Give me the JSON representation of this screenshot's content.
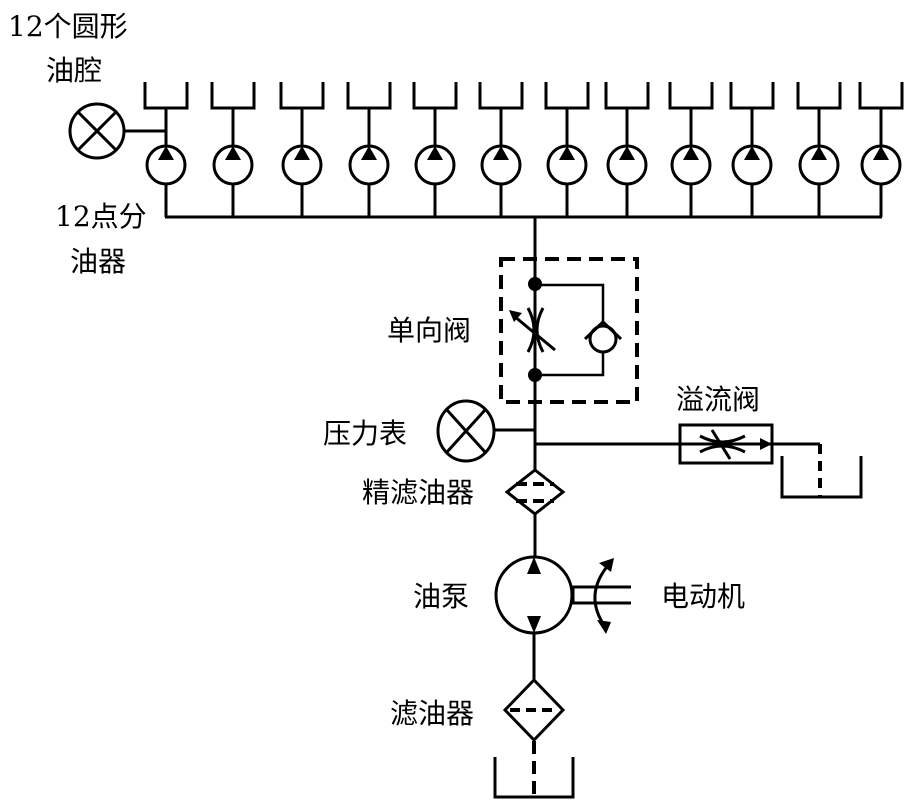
{
  "diagram": {
    "title": "Lubrication oil circuit schematic",
    "labels": {
      "oil_chambers_line1": "12个圆形",
      "oil_chambers_line2": "油腔",
      "distributor_line1": "12点分",
      "distributor_line2": "油器",
      "check_valve": "单向阀",
      "pressure_gauge": "压力表",
      "relief_valve": "溢流阀",
      "fine_filter": "精滤油器",
      "oil_pump": "油泵",
      "motor": "电动机",
      "suction_filter": "滤油器"
    },
    "distributor_outlet_count": 12,
    "components": [
      {
        "id": "oil-chambers",
        "name": "12个圆形油腔",
        "type": "tank-outlets",
        "count": 12
      },
      {
        "id": "top-gauge",
        "type": "gauge"
      },
      {
        "id": "distributor",
        "name": "12点分油器",
        "type": "metering-pumps",
        "count": 12
      },
      {
        "id": "check-valve-assembly",
        "name": "单向阀",
        "type": "throttle-check-valve"
      },
      {
        "id": "pressure-gauge",
        "name": "压力表",
        "type": "gauge"
      },
      {
        "id": "relief-valve",
        "name": "溢流阀",
        "type": "relief-valve"
      },
      {
        "id": "fine-filter",
        "name": "精滤油器",
        "type": "filter"
      },
      {
        "id": "oil-pump",
        "name": "油泵",
        "type": "bidirectional-pump"
      },
      {
        "id": "motor",
        "name": "电动机",
        "type": "motor-shaft"
      },
      {
        "id": "suction-filter",
        "name": "滤油器",
        "type": "filter"
      },
      {
        "id": "oil-tank",
        "type": "tank"
      }
    ]
  }
}
